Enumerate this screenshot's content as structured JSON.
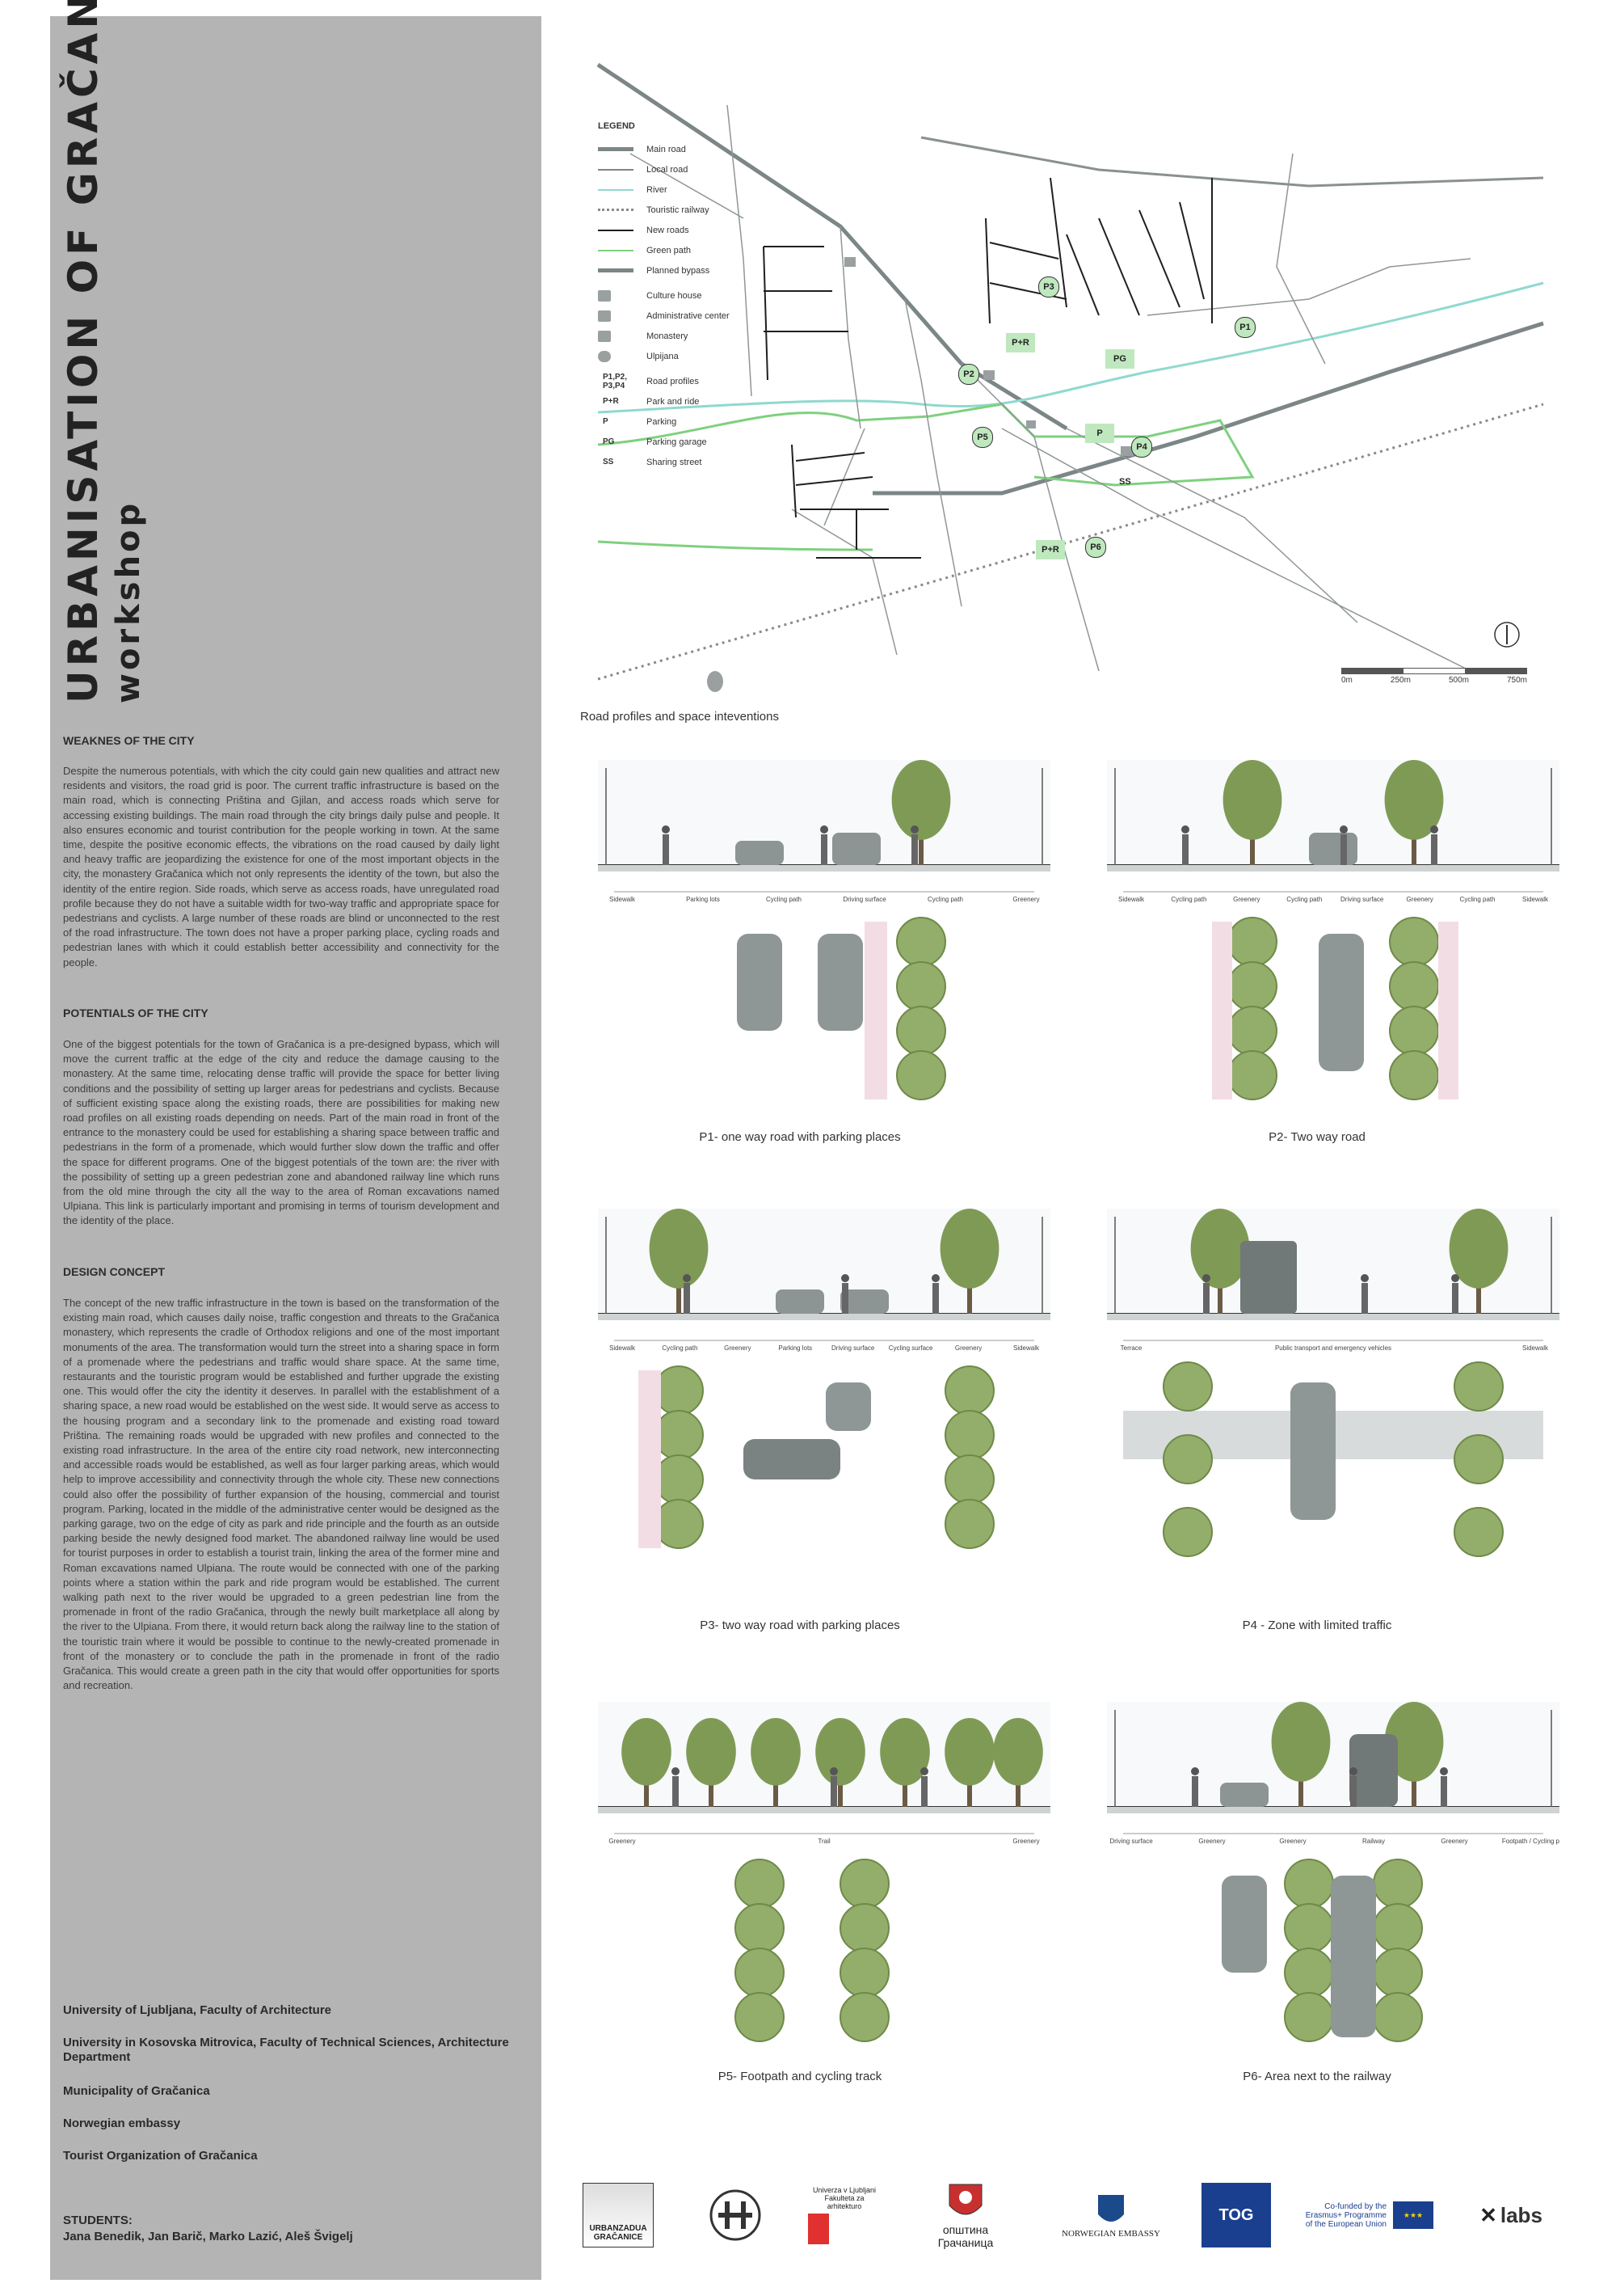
{
  "title": {
    "main": "URBANISATION OF GRAČANICA",
    "sub": "workshop"
  },
  "sections": {
    "weaknesses": {
      "heading": "WEAKNES OF THE CITY",
      "text": "Despite the numerous potentials, with which the city could gain new qualities and attract new residents and visitors, the road grid is poor. The current traffic infrastructure is based on the main road, which is connecting Priština and Gjilan, and access roads which serve for accessing existing buildings. The main road through the city brings daily pulse and people. It also ensures economic and tourist contribution for the people working in town. At the same time, despite the positive economic effects, the vibrations on the road caused by daily light and heavy traffic are jeopardizing the existence for one of the most important objects in the city, the monastery Gračanica which not only represents the identity of the town, but also the identity of the entire region. Side roads, which serve as access roads, have unregulated road profile because they do not have a suitable width for two-way traffic and appropriate space for pedestrians and cyclists. A large number of these roads are blind or unconnected to the rest of the road infrastructure. The town does not have a proper parking place, cycling roads and pedestrian lanes with which it could establish better accessibility and connectivity for the people."
    },
    "potentials": {
      "heading": "POTENTIALS OF THE CITY",
      "text": "One of the biggest potentials for the town of Gračanica is a pre-designed bypass, which will move the current traffic at the edge of the city and reduce the damage causing to the monastery. At the same time, relocating dense traffic will provide the space for better living conditions and the possibility of setting up larger areas for pedestrians and cyclists. Because of sufficient existing space along the existing roads, there are possibilities for making new road profiles on all existing roads depending on needs. Part of the main road in front of the entrance to the monastery could be used for establishing a sharing space between traffic and pedestrians in the form of a promenade, which would further slow down the traffic and offer the space for different programs. One of the biggest potentials of the town are: the river with the possibility of setting up a green pedestrian zone and abandoned railway line which runs from the old mine through the city all the way to the area of Roman excavations named Ulpiana. This link is particularly important and promising in terms of tourism development and the identity of the place."
    },
    "design": {
      "heading": "DESIGN CONCEPT",
      "text": "The concept of the new traffic infrastructure in the town is based on the transformation of the existing main road, which causes daily noise, traffic congestion and threats to the Gračanica monastery, which represents the cradle of Orthodox religions and one of the most important monuments of the area. The transformation would turn the street into a sharing space in form of a promenade where the pedestrians and traffic would share space. At the same time, restaurants and the touristic program would be established and further upgrade the existing one. This would offer the city the identity it deserves. In parallel with the establishment of a sharing space, a new road would be established on the west side. It would serve as access to the housing program and a secondary link to the promenade and existing road toward Priština. The remaining roads would be upgraded with new profiles and connected to the existing road infrastructure. In the area of the entire city road network, new interconnecting and accessible roads would be established, as well as four larger parking areas, which would help to improve accessibility and connectivity through the whole city. These new connections could also offer the possibility of further expansion of the housing, commercial and tourist program. Parking, located in the middle of the administrative center would be designed as the parking garage, two on the edge of city as park and ride principle and the fourth as an outside parking beside the newly designed food market. The abandoned railway line would be used for tourist purposes in order to establish a tourist train, linking the area of the former mine and Roman excavations named Ulpiana. The route would be connected with one of the parking points where a station within the park and ride program would be established. The current walking path next to the river would be upgraded to a green pedestrian line from the promenade in front of the radio Gračanica, through the newly built marketplace all along by the river to the Ulpiana. From there, it would return back along the railway line to the station of the touristic train where it would be possible to continue to the newly-created promenade in front of the monastery or to conclude the path in the promenade in front of the radio Gračanica. This would create a green path in the city that would offer opportunities for sports and recreation."
    }
  },
  "institutions": [
    "University of Ljubljana, Faculty of Architecture",
    "University in Kosovska Mitrovica, Faculty of Technical Sciences, Architecture Department",
    "Municipality of Gračanica",
    "Norwegian embassy",
    "Tourist Organization of Gračanica"
  ],
  "students": {
    "label": "STUDENTS:",
    "names": "Jana Benedik, Jan Barič, Marko Lazić, Aleš Švigelj"
  },
  "legend": {
    "title": "LEGEND",
    "lines": [
      {
        "label": "Main road",
        "color": "#7d8687",
        "style": "solid",
        "width": 5
      },
      {
        "label": "Local road",
        "color": "#7d8687",
        "style": "solid",
        "width": 2
      },
      {
        "label": "River",
        "color": "#8fd9cf",
        "style": "solid",
        "width": 2
      },
      {
        "label": "Touristic railway",
        "color": "#8a8a8a",
        "style": "dotted",
        "width": 3
      },
      {
        "label": "New roads",
        "color": "#1f1f1f",
        "style": "solid",
        "width": 2
      },
      {
        "label": "Green path",
        "color": "#7fd07f",
        "style": "solid",
        "width": 2
      },
      {
        "label": "Planned bypass",
        "color": "#7d8687",
        "style": "solid",
        "width": 5
      }
    ],
    "icons": [
      {
        "label": "Culture house",
        "icon": "theatre-masks-icon"
      },
      {
        "label": "Administrative center",
        "icon": "building-icon"
      },
      {
        "label": "Monastery",
        "icon": "church-icon"
      },
      {
        "label": "Ulpijana",
        "icon": "owl-icon"
      }
    ],
    "codes": [
      {
        "code": "P1,P2,\nP3,P4",
        "label": "Road profiles"
      },
      {
        "code": "P+R",
        "label": "Park and ride"
      },
      {
        "code": "P",
        "label": "Parking"
      },
      {
        "code": "PG",
        "label": "Parking garage"
      },
      {
        "code": "SS",
        "label": "Sharing street"
      }
    ]
  },
  "map": {
    "markers": [
      {
        "text": "P3",
        "type": "circle"
      },
      {
        "text": "P+R",
        "type": "box"
      },
      {
        "text": "PG",
        "type": "box"
      },
      {
        "text": "P1",
        "type": "circle"
      },
      {
        "text": "P2",
        "type": "circle"
      },
      {
        "text": "P5",
        "type": "circle"
      },
      {
        "text": "P",
        "type": "box"
      },
      {
        "text": "P4",
        "type": "circle"
      },
      {
        "text": "SS",
        "type": "label"
      },
      {
        "text": "P+R",
        "type": "box"
      },
      {
        "text": "P6",
        "type": "circle"
      }
    ],
    "caption": "Road profiles and space inteventions",
    "scale": [
      "0m",
      "250m",
      "500m",
      "750m"
    ]
  },
  "profiles": [
    {
      "id": "p1",
      "caption": "P1- one way road with parking places",
      "labels": [
        "Sidewalk",
        "Parking lots",
        "Cycling path",
        "Driving surface",
        "Cycling path",
        "Greenery"
      ]
    },
    {
      "id": "p2",
      "caption": "P2- Two way road",
      "labels": [
        "Sidewalk",
        "Cycling path",
        "Greenery",
        "Cycling path",
        "Driving surface",
        "Greenery",
        "Cycling path",
        "Sidewalk"
      ]
    },
    {
      "id": "p3",
      "caption": "P3- two way road with parking places",
      "labels": [
        "Sidewalk",
        "Cycling path",
        "Greenery",
        "Parking lots",
        "Driving surface",
        "Cycling surface",
        "Greenery",
        "Sidewalk"
      ]
    },
    {
      "id": "p4",
      "caption": "P4 - Zone with limited traffic",
      "labels": [
        "Terrace",
        "Public transport and emergency vehicles",
        "Sidewalk"
      ]
    },
    {
      "id": "p5",
      "caption": "P5- Footpath and cycling track",
      "labels": [
        "Greenery",
        "Trail",
        "Greenery"
      ]
    },
    {
      "id": "p6",
      "caption": "P6- Area next to the railway",
      "labels": [
        "Driving surface",
        "Greenery",
        "Greenery",
        "Railway",
        "Greenery",
        "Footpath / Cycling path"
      ]
    }
  ],
  "logos": [
    {
      "name": "urban-zadua-gracanice-logo",
      "text": "URBANZADUA GRAČANICE"
    },
    {
      "name": "faculty-seal-logo",
      "text": ""
    },
    {
      "name": "university-ljubljana-logo",
      "text": "Univerza v Ljubljani Fakulteta za arhitekturo"
    },
    {
      "name": "opstina-gracanica-logo",
      "text": "општина Грачаница"
    },
    {
      "name": "norwegian-embassy-logo",
      "text": "NORWEGIAN EMBASSY"
    },
    {
      "name": "tog-logo",
      "text": "TOG"
    },
    {
      "name": "erasmus-logo",
      "text": "Co-funded by the Erasmus+ Programme of the European Union"
    },
    {
      "name": "labs-logo",
      "text": "labs"
    }
  ]
}
